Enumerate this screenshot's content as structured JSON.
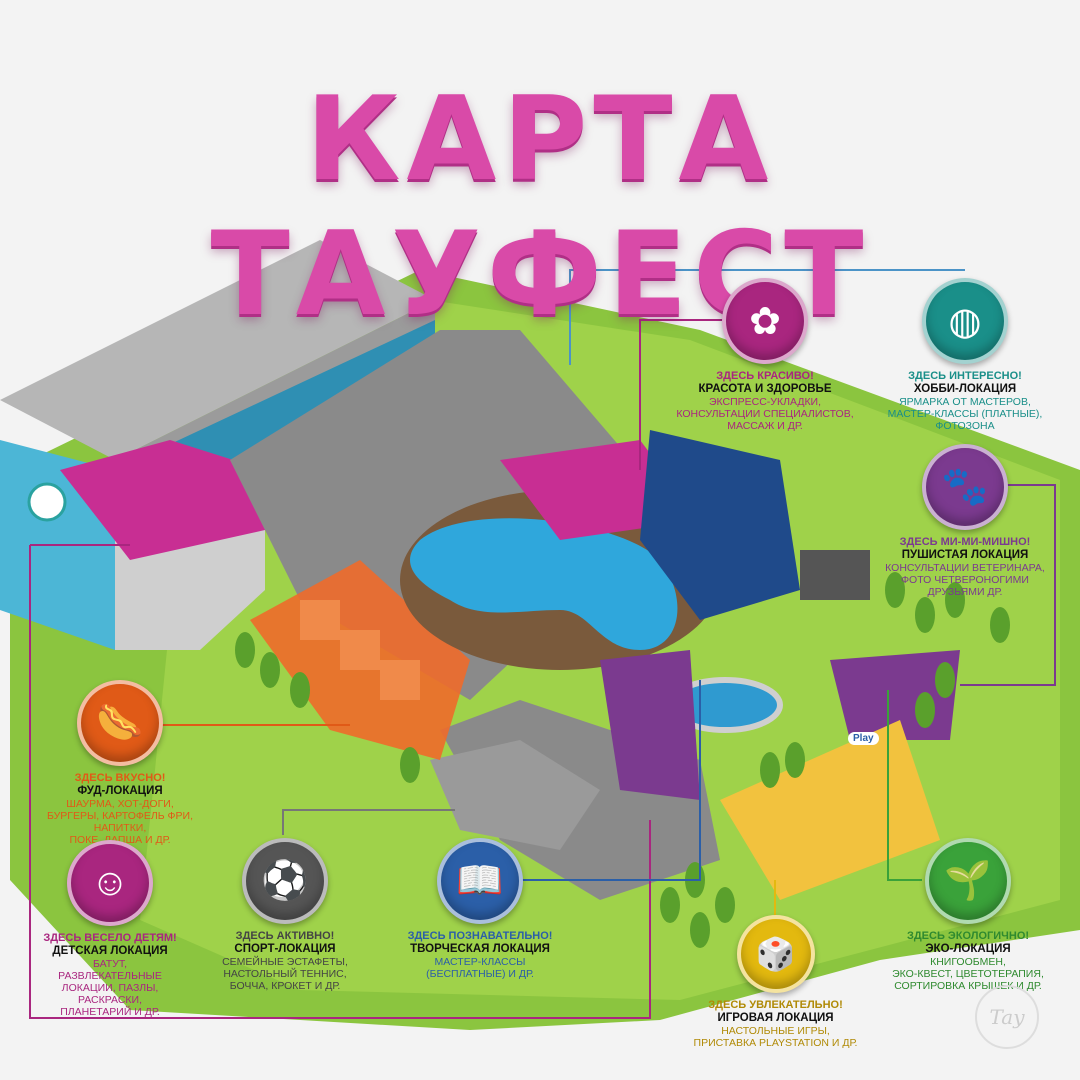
{
  "title": "КАРТА ТАУФЕСТ",
  "logo_text": "Tay",
  "locations": {
    "beauty": {
      "icon": "hands-flower-icon",
      "color": "#a9267f",
      "tagline": "ЗДЕСЬ КРАСИВО!",
      "name": "КРАСОТА И ЗДОРОВЬЕ",
      "details": [
        "ЭКСПРЕСС-УКЛАДКИ,",
        "КОНСУЛЬТАЦИИ СПЕЦИАЛИСТОВ,",
        "МАССАЖ И ДР."
      ]
    },
    "hobby": {
      "icon": "yarn-ball-icon",
      "color": "#1a8f89",
      "tagline": "ЗДЕСЬ ИНТЕРЕСНО!",
      "name": "ХОББИ-ЛОКАЦИЯ",
      "details": [
        "ЯРМАРКА ОТ МАСТЕРОВ,",
        "МАСТЕР-КЛАССЫ (ПЛАТНЫЕ),",
        "ФОТОЗОНА"
      ]
    },
    "pets": {
      "icon": "husky-dog-icon",
      "color": "#7b3a8f",
      "tagline": "ЗДЕСЬ МИ-МИ-МИШНО!",
      "name": "ПУШИСТАЯ ЛОКАЦИЯ",
      "details": [
        "КОНСУЛЬТАЦИИ ВЕТЕРИНАРА,",
        "ФОТО ЧЕТВЕРОНОГИМИ",
        "ДРУЗЬЯМИ ДР."
      ]
    },
    "food": {
      "icon": "hotdog-sauce-icon",
      "color": "#e05a17",
      "tagline": "ЗДЕСЬ ВКУСНО!",
      "name": "ФУД-ЛОКАЦИЯ",
      "details": [
        "ШАУРМА, ХОТ-ДОГИ,",
        "БУРГЕРЫ, КАРТОФЕЛЬ ФРИ,",
        "НАПИТКИ,",
        "ПОКЕ, ЛАПША И ДР."
      ]
    },
    "kids": {
      "icon": "dancing-child-icon",
      "color": "#a9267f",
      "tagline": "ЗДЕСЬ ВЕСЕЛО ДЕТЯМ!",
      "name": "ДЕТСКАЯ ЛОКАЦИЯ",
      "details": [
        "БАТУТ,",
        "РАЗВЛЕКАТЕЛЬНЫЕ",
        "ЛОКАЦИИ, ПАЗЛЫ,",
        "РАСКРАСКИ,",
        "ПЛАНЕТАРИЙ И ДР."
      ]
    },
    "sport": {
      "icon": "sport-balls-icon",
      "color": "#555555",
      "tagline": "ЗДЕСЬ АКТИВНО!",
      "name": "СПОРТ-ЛОКАЦИЯ",
      "details": [
        "СЕМЕЙНЫЕ ЭСТАФЕТЫ,",
        "НАСТОЛЬНЫЙ ТЕННИС,",
        "БОЧЧА, КРОКЕТ И ДР."
      ]
    },
    "creative": {
      "icon": "open-book-icon",
      "color": "#2b5fa8",
      "tagline": "ЗДЕСЬ ПОЗНАВАТЕЛЬНО!",
      "name": "ТВОРЧЕСКАЯ ЛОКАЦИЯ",
      "details": [
        "МАСТЕР-КЛАССЫ",
        "(БЕСПЛАТНЫЕ) И ДР."
      ]
    },
    "games": {
      "icon": "board-game-icon",
      "color": "#e3b90f",
      "tagline": "ЗДЕСЬ УВЛЕКАТЕЛЬНО!",
      "name": "ИГРОВАЯ ЛОКАЦИЯ",
      "details": [
        "НАСТОЛЬНЫЕ ИГРЫ,",
        "ПРИСТАВКА PLAYSTATION И ДР."
      ]
    },
    "eco": {
      "icon": "sprout-icon",
      "color": "#3aa23a",
      "tagline": "ЗДЕСЬ ЭКОЛОГИЧНО!",
      "name": "ЭКО-ЛОКАЦИЯ",
      "details": [
        "КНИГООБМЕН,",
        "ЭКО-КВЕСТ, ЦВЕТОТЕРАПИЯ,",
        "СОРТИРОВКА КРЫШЕК И ДР."
      ]
    }
  },
  "play_sign": "Play"
}
